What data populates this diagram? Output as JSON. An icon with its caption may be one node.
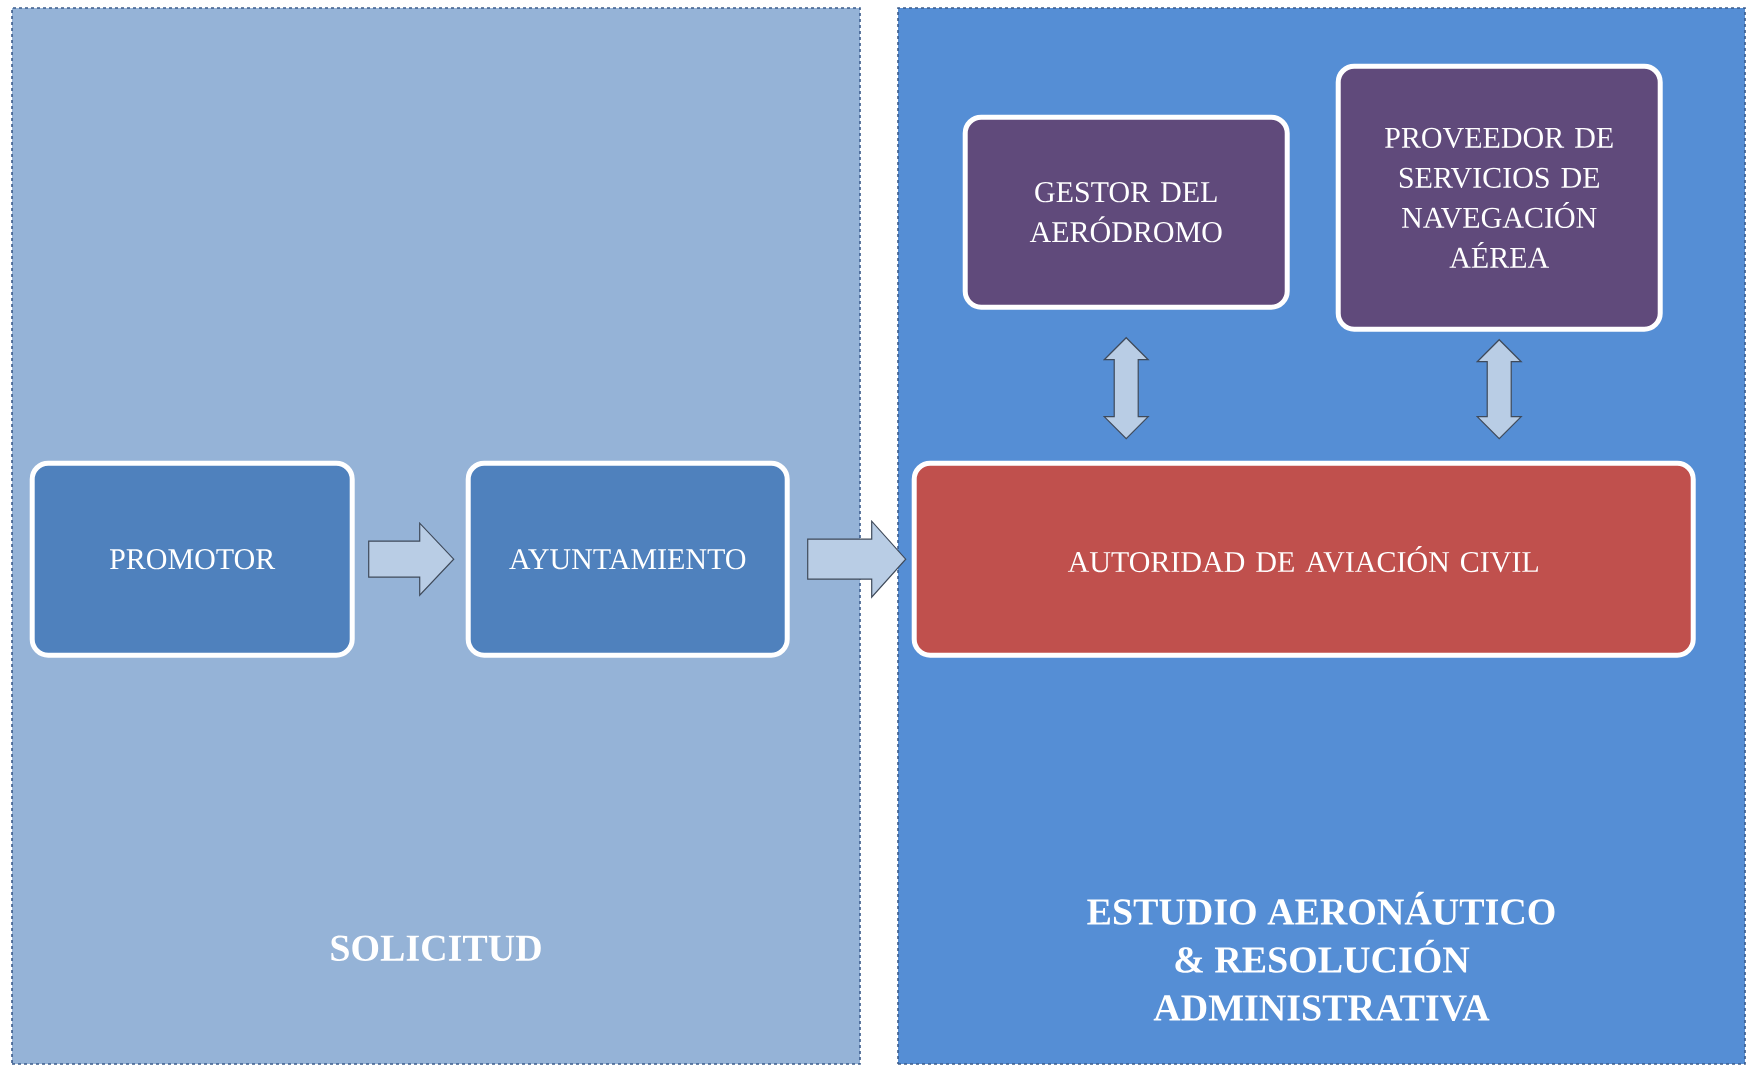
{
  "diagram": {
    "nodes": [
      {
        "text": [
          "SOLICITUD"
        ]
      },
      {
        "text": [
          "ESTUDIO AERONÁUTICO & RESOLUCIÓN ADMINISTRATIVA"
        ]
      },
      {
        "text": [
          "PROMOTOR"
        ],
        "in": 0
      },
      {
        "text": [
          "AYUNTAMIENTO"
        ],
        "in": 0
      },
      {
        "text": [
          "GESTOR DEL AERÓDROMO"
        ],
        "in": 1
      },
      {
        "text": [
          "PROVEEDOR DE SERVICIOS DE NAVEGACIÓN AÉREA"
        ],
        "in": 1
      },
      {
        "text": [
          "AUTORIDAD DE AVIACIÓN CIVIL"
        ],
        "in": 1
      }
    ],
    "edges": [
      {
        "from": 2,
        "to": 3,
        "arrow": "to"
      },
      {
        "from": 3,
        "to": 6,
        "arrow": "to"
      },
      {
        "from": 4,
        "to": 6,
        "arrow": "both"
      },
      {
        "from": 5,
        "to": 6,
        "arrow": "both"
      }
    ]
  }
}
